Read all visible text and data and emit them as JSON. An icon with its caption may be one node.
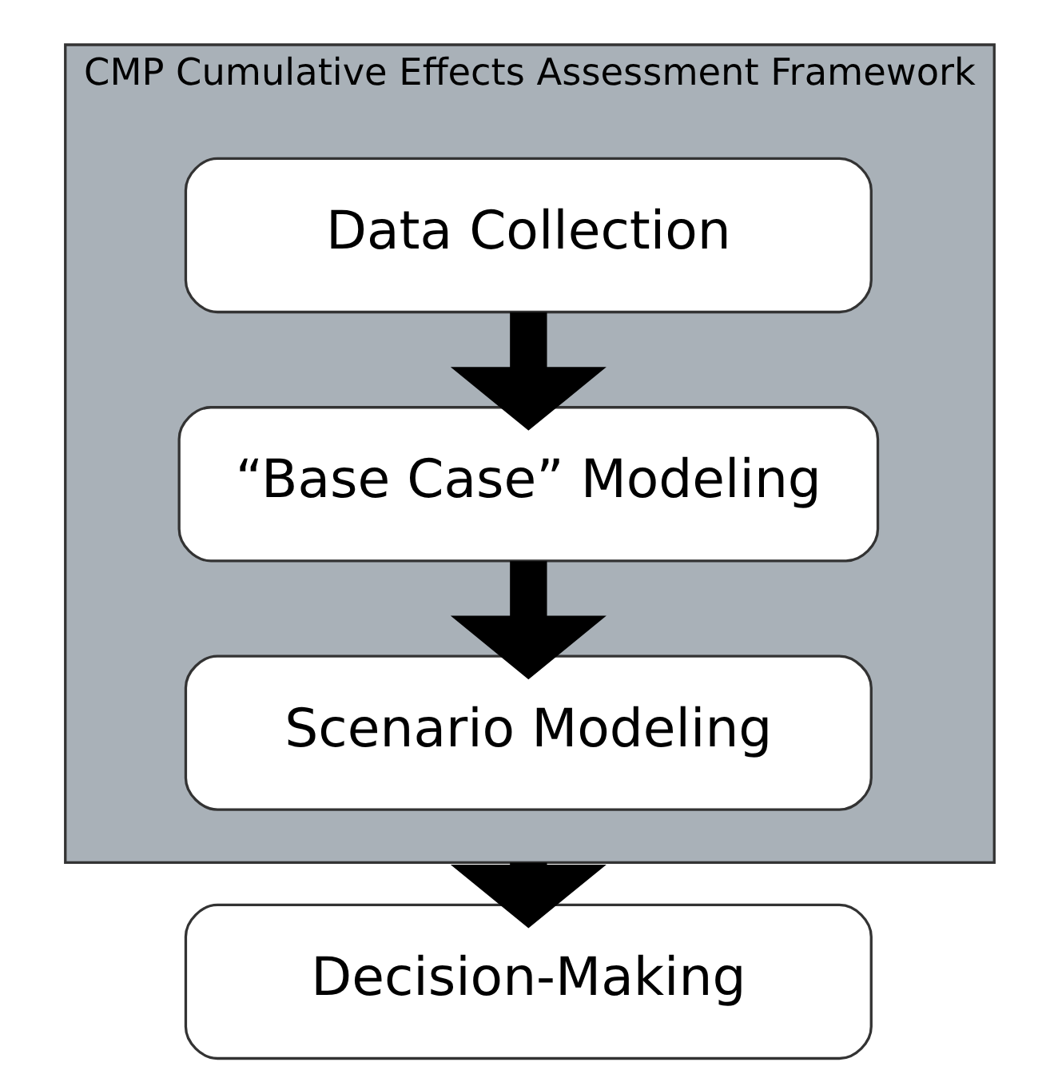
{
  "diagram": {
    "nodes": [
      {
        "text": [
          "CMP Cumulative Effects Assessment Framework"
        ]
      },
      {
        "text": [
          "Data Collection"
        ],
        "in": 0
      },
      {
        "text": [
          "“Base Case” Modeling"
        ],
        "in": 0
      },
      {
        "text": [
          "Scenario Modeling"
        ],
        "in": 0
      },
      {
        "text": [
          "Decision-Making"
        ]
      }
    ],
    "edges": [
      {
        "from": 1,
        "to": 2,
        "arrow": "to"
      },
      {
        "from": 2,
        "to": 3,
        "arrow": "to"
      },
      {
        "from": 0,
        "to": 4,
        "arrow": "to"
      }
    ]
  }
}
